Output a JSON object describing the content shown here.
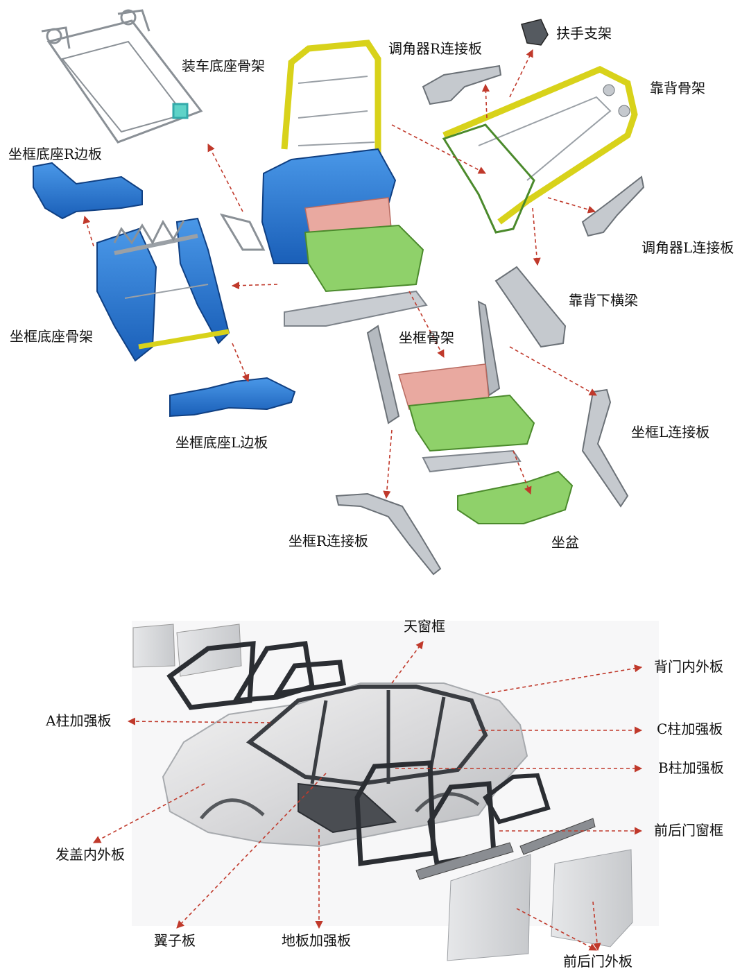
{
  "seat_diagram": {
    "labels": {
      "base_frame": "装车底座骨架",
      "recliner_r_plate": "调角器R连接板",
      "armrest_bracket": "扶手支架",
      "backrest_frame": "靠背骨架",
      "seat_base_r_side": "坐框底座R边板",
      "recliner_l_plate": "调角器L连接板",
      "backrest_lower_beam": "靠背下横梁",
      "seat_base_frame": "坐框底座骨架",
      "seat_frame": "坐框骨架",
      "seat_l_plate": "坐框L连接板",
      "seat_base_l_side": "坐框底座L边板",
      "seat_r_plate": "坐框R连接板",
      "seat_pan": "坐盆"
    }
  },
  "car_diagram": {
    "labels": {
      "sunroof_frame": "天窗框",
      "tailgate_panels": "背门内外板",
      "a_pillar": "A柱加强板",
      "c_pillar": "C柱加强板",
      "b_pillar": "B柱加强板",
      "door_window_frames": "前后门窗框",
      "hood_panels": "发盖内外板",
      "fender": "翼子板",
      "floor_reinforcement": "地板加强板",
      "door_outer_panels": "前后门外板"
    }
  },
  "colors": {
    "arrow": "#c0392b",
    "blue_part": "#1f6fd0",
    "yellow_tube": "#d8d21a",
    "green_part": "#8fd16a",
    "pink_part": "#e9a9a0",
    "frame_gray": "#9aa0a6"
  }
}
